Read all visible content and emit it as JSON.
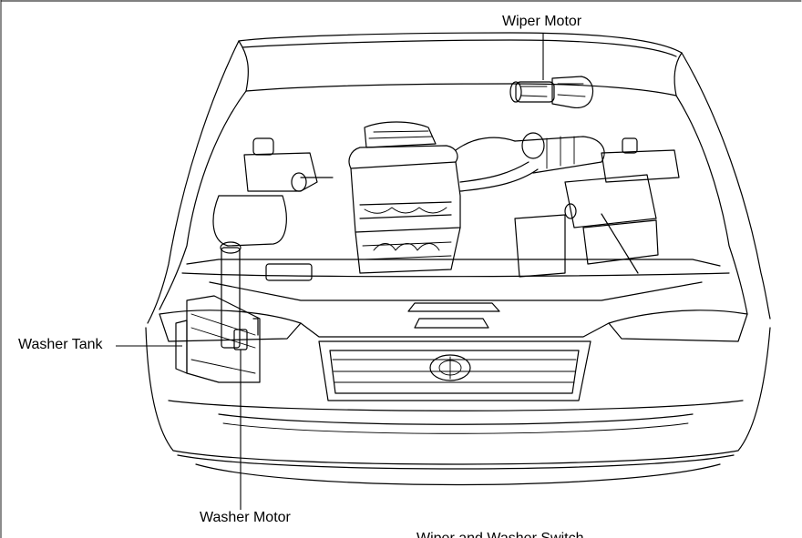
{
  "labels": {
    "wiper_motor": "Wiper Motor",
    "washer_tank": "Washer Tank",
    "washer_motor": "Washer Motor",
    "wiper_washer_switch": "Wiper and Washer Switch"
  },
  "colors": {
    "line": "#000000",
    "background": "#ffffff"
  }
}
